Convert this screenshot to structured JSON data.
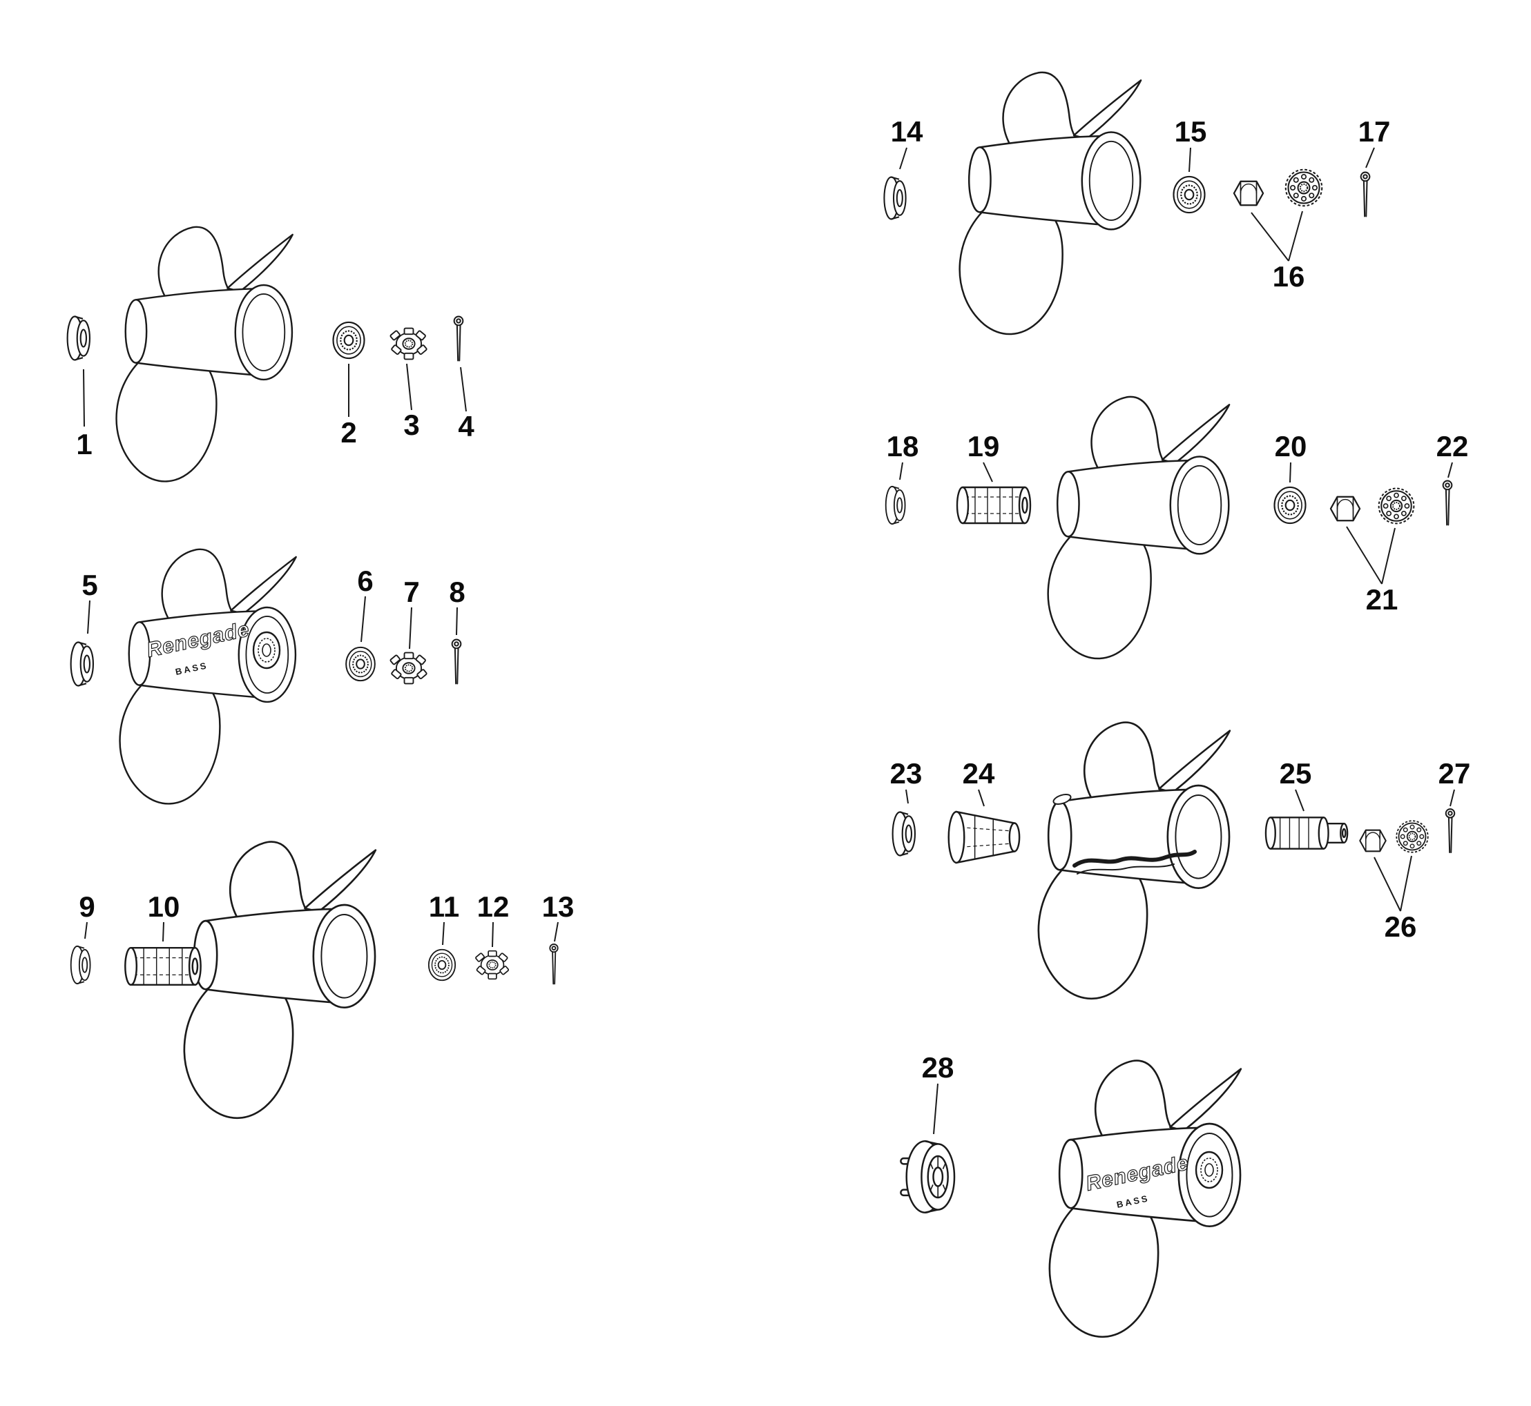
{
  "diagram": {
    "type": "exploded-parts-diagram",
    "colors": {
      "line": "#1a1a1a",
      "background": "#ffffff",
      "label": "#0b0b0b"
    },
    "logos": {
      "renegade": "Renegade",
      "bass": "BASS"
    },
    "callouts": [
      "1",
      "2",
      "3",
      "4",
      "5",
      "6",
      "7",
      "8",
      "9",
      "10",
      "11",
      "12",
      "13",
      "14",
      "15",
      "16",
      "17",
      "18",
      "19",
      "20",
      "21",
      "22",
      "23",
      "24",
      "25",
      "26",
      "27",
      "28"
    ]
  }
}
